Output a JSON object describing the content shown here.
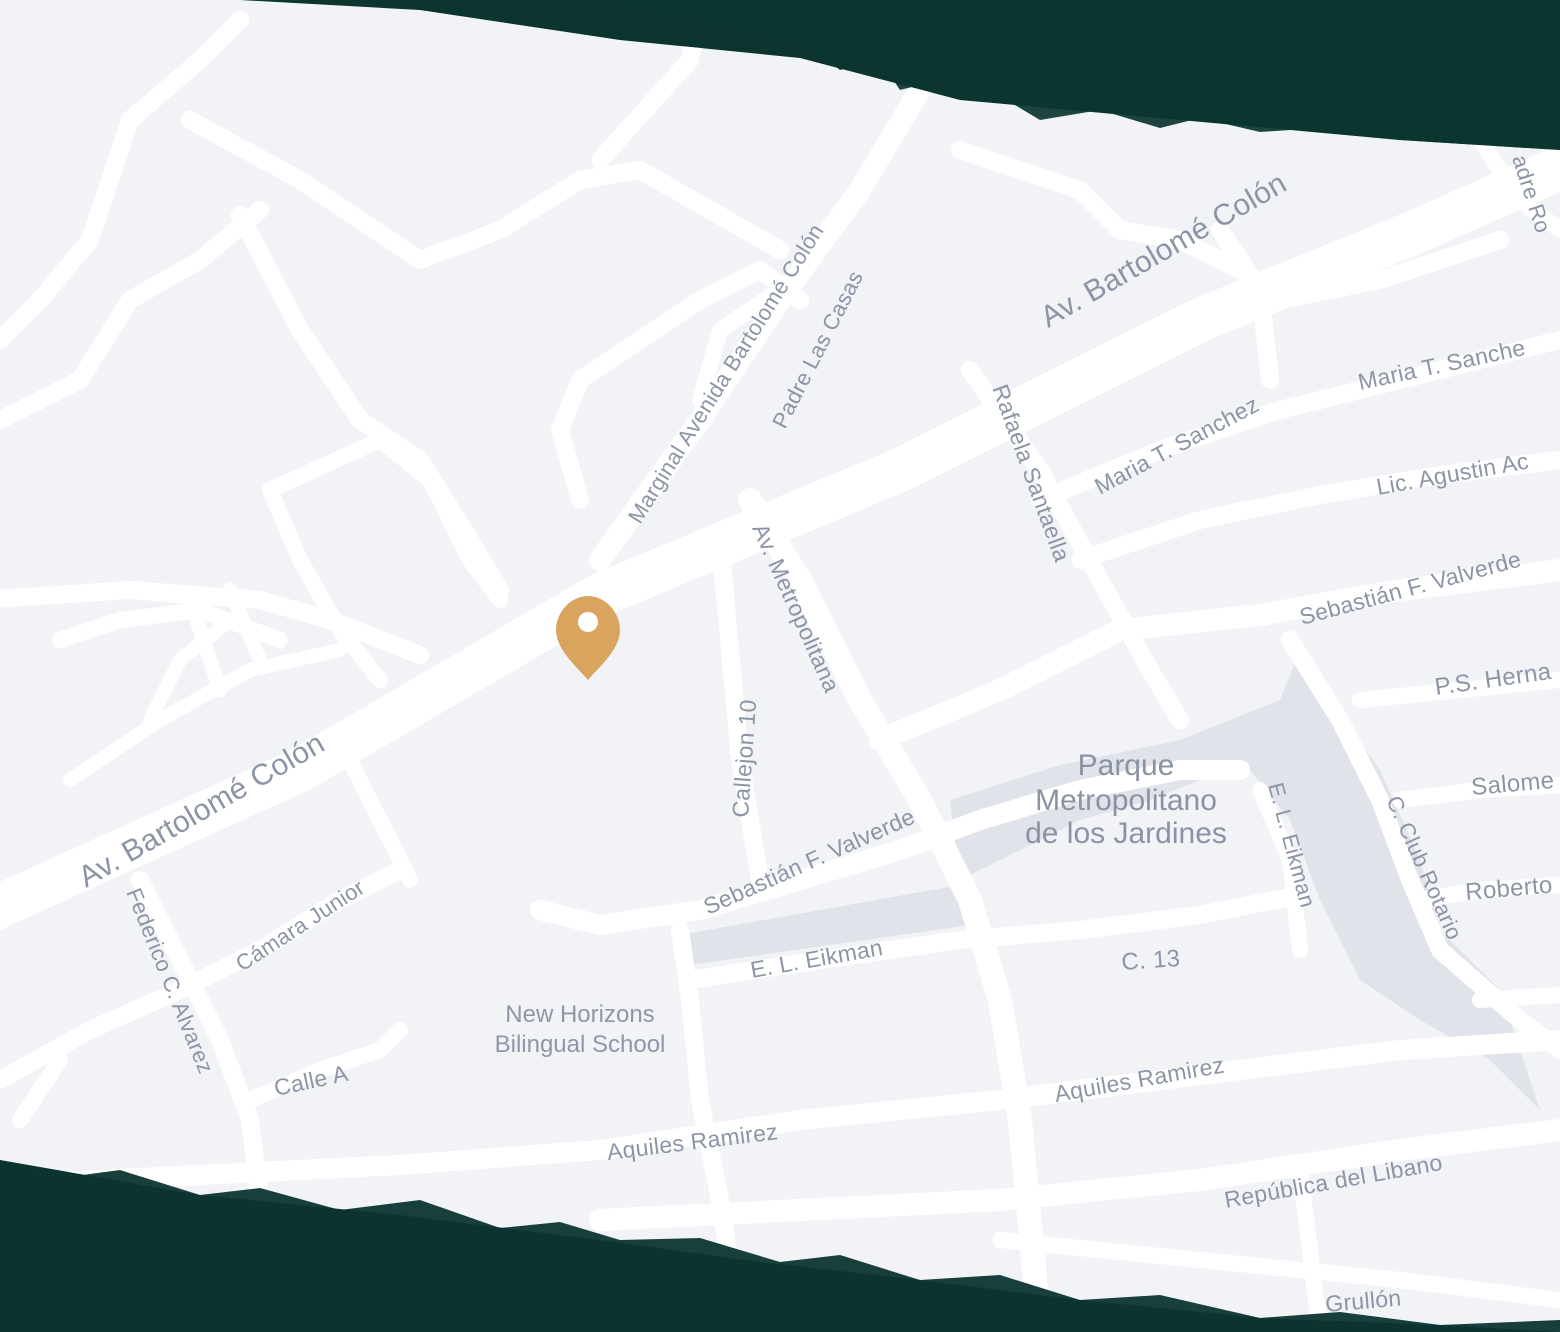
{
  "colors": {
    "frame": "#0c3530",
    "land": "#f1f3f7",
    "road": "#ffffff",
    "park": "#e0e3ea",
    "label": "#8c95a6",
    "pin": "#d9a55e",
    "pin_dot": "#ffffff"
  },
  "marker": {
    "icon": "map-pin-icon",
    "color": "#d9a55e"
  },
  "streets": {
    "av_bartolome_colon_upper": "Av. Bartolomé Colón",
    "av_bartolome_colon_lower": "Av. Bartolomé Colón",
    "marginal_avenida": "Marginal Avenida Bartolomé Colón",
    "padre_las_casas": "Padre Las Casas",
    "padre_ro_partial": "adre Ro",
    "rafaela_santaella": "Rafaela Santaella",
    "maria_t_sanchez_1": "Maria T. Sanchez",
    "maria_t_sanchez_2": "Maria T. Sanche",
    "lic_agustin": "Lic. Agustin Ac",
    "sebastian_valverde_right": "Sebastián F. Valverde",
    "sebastian_valverde_left": "Sebastián F. Valverde",
    "ps_herna": "P.S. Herna",
    "salome": "Salome",
    "roberto": "Roberto",
    "av_metropolitana": "Av. Metropolitana",
    "callejon_10": "Callejon 10",
    "el_eikman_vertical": "E. L. Eikman",
    "el_eikman_horizontal": "E. L. Eikman",
    "c_club_rotario": "C. Club Rotario",
    "c_13": "C. 13",
    "camara_junior": "Cámara Junior",
    "federico_alvarez": "Federico C. Alvarez",
    "calle_a": "Calle A",
    "aquiles_ramirez_left": "Aquiles Ramirez",
    "aquiles_ramirez_right": "Aquiles Ramirez",
    "republica_libano": "República del Libano",
    "grullon": "Grullón"
  },
  "places": {
    "park_line1": "Parque",
    "park_line2": "Metropolitano",
    "park_line3": "de los Jardines",
    "school_line1": "New Horizons",
    "school_line2": "Bilingual School"
  }
}
